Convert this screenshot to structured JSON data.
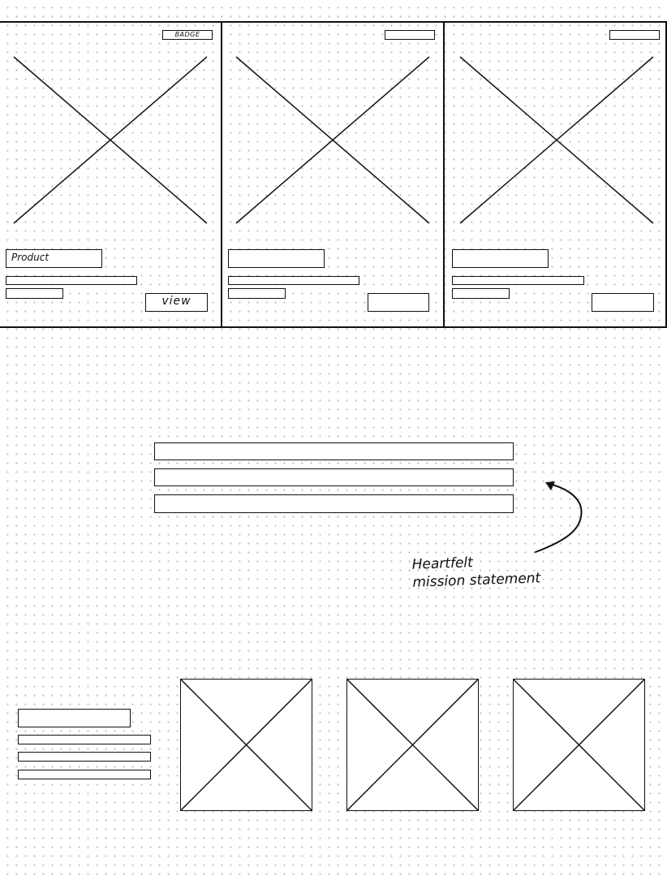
{
  "product_cards": [
    {
      "badge": "BADGE",
      "title": "Product",
      "button": "view"
    },
    {
      "badge": "",
      "title": "",
      "button": ""
    },
    {
      "badge": "",
      "title": "",
      "button": ""
    }
  ],
  "mission": {
    "annotation_line1": "Heartfelt",
    "annotation_line2": "mission statement"
  }
}
